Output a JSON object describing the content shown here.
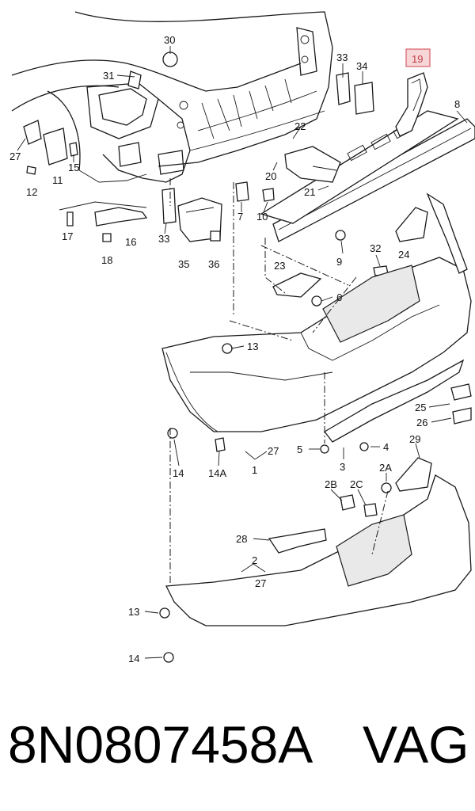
{
  "callouts": {
    "c30": "30",
    "c31": "31",
    "c33a": "33",
    "c34": "34",
    "c19": "19",
    "c8": "8",
    "c27a": "27",
    "c15": "15",
    "c12": "12",
    "c11": "11",
    "c22": "22",
    "c20": "20",
    "c21": "21",
    "c7": "7",
    "c10": "10",
    "c33b": "33",
    "c17": "17",
    "c16": "16",
    "c18": "18",
    "c35": "35",
    "c36": "36",
    "c9": "9",
    "c32": "32",
    "c24": "24",
    "c23": "23",
    "c6": "6",
    "c13a": "13",
    "c25": "25",
    "c26": "26",
    "c14a": "14",
    "c14A": "14A",
    "c27b": "27",
    "c1": "1",
    "c5": "5",
    "c4": "4",
    "c3": "3",
    "c29": "29",
    "c2A": "2A",
    "c2B": "2B",
    "c2C": "2C",
    "c28": "28",
    "c2": "2",
    "c27c": "27",
    "c13b": "13",
    "c14b": "14"
  },
  "highlighted_callout": "19",
  "highlight_color": "#f7d6d8",
  "footer": {
    "part_number": "8N0807458A",
    "brand": "VAG"
  }
}
